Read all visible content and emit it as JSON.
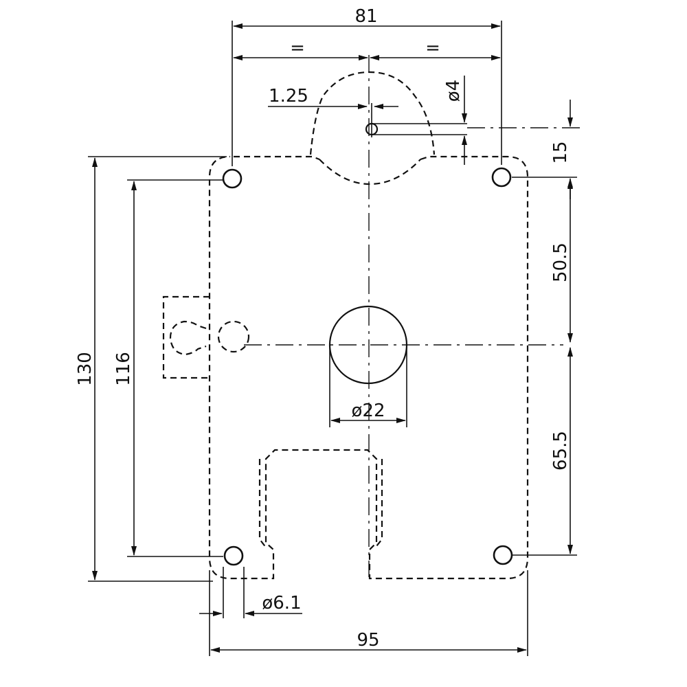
{
  "dimensions": {
    "top_width": "81",
    "equal_left": "=",
    "equal_right": "=",
    "offset": "1.25",
    "pin_diameter": "ø4",
    "top_offset": "15",
    "upper_height": "50.5",
    "lower_height": "65.5",
    "total_height": "130",
    "hole_spacing": "116",
    "center_hole": "ø22",
    "mount_hole": "ø6.1",
    "bottom_width": "95"
  }
}
